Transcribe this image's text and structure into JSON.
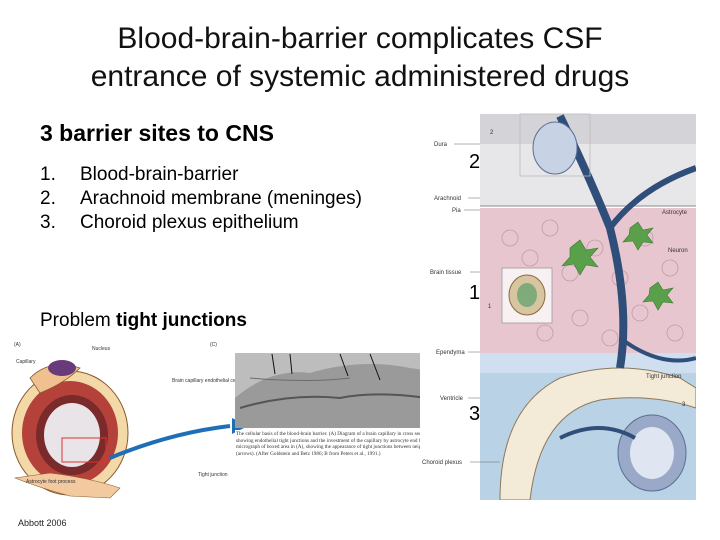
{
  "slide": {
    "title_line1": "Blood-brain-barrier complicates CSF",
    "title_line2": "entrance of systemic administered drugs",
    "subtitle": "3 barrier sites to CNS",
    "barriers": [
      {
        "num": "1.",
        "text": "Blood-brain-barrier"
      },
      {
        "num": "2.",
        "text": "Arachnoid membrane (meninges)"
      },
      {
        "num": "3.",
        "text": "Choroid plexus epithelium"
      }
    ],
    "problem_prefix": "Problem ",
    "problem_bold": "tight junctions",
    "citation": "Abbott 2006"
  },
  "right_figure": {
    "markers": [
      "2",
      "1",
      "3"
    ],
    "labels": {
      "dura": "Dura",
      "arachnoid": "Arachnoid",
      "pia": "Pia",
      "astrocyte": "Astrocyte",
      "neuron": "Neuron",
      "brain_tissue": "Brain tissue",
      "ependyma": "Ependyma",
      "ventricle": "Ventricle",
      "tight_junction": "Tight junction",
      "choroid_plexus": "Choroid plexus",
      "num_1": "1",
      "num_2": "2",
      "num_3": "3"
    }
  },
  "left_figure": {
    "labels": {
      "panel_a": "(A)",
      "panel_c": "(C)",
      "capillary": "Capillary",
      "nucleus": "Nucleus",
      "endothelial": "Brain capillary endothelial cell",
      "astrocyte_foot": "Astrocyte foot process",
      "tight_junction": "Tight junction"
    },
    "caption": "The cellular basis of the blood-brain barrier. (A) Diagram of a brain capillary in cross section and reconstruction, showing endothelial tight junctions and the investment of the capillary by astrocyte end feet. (B) Electron micrograph of boxed area in (A), showing the appearance of tight junctions between neighboring endothelial cells (arrows). (After Goldstein and Betz 1986; B from Peters et al., 1991.)"
  },
  "colors": {
    "astrocyte_green": "#5aa04a",
    "vessel_blue": "#2f4f7a",
    "tissue_pink": "#e8c6cf",
    "ventricle_blue": "#b9d2e6",
    "arrow_blue": "#1f6fb8"
  }
}
